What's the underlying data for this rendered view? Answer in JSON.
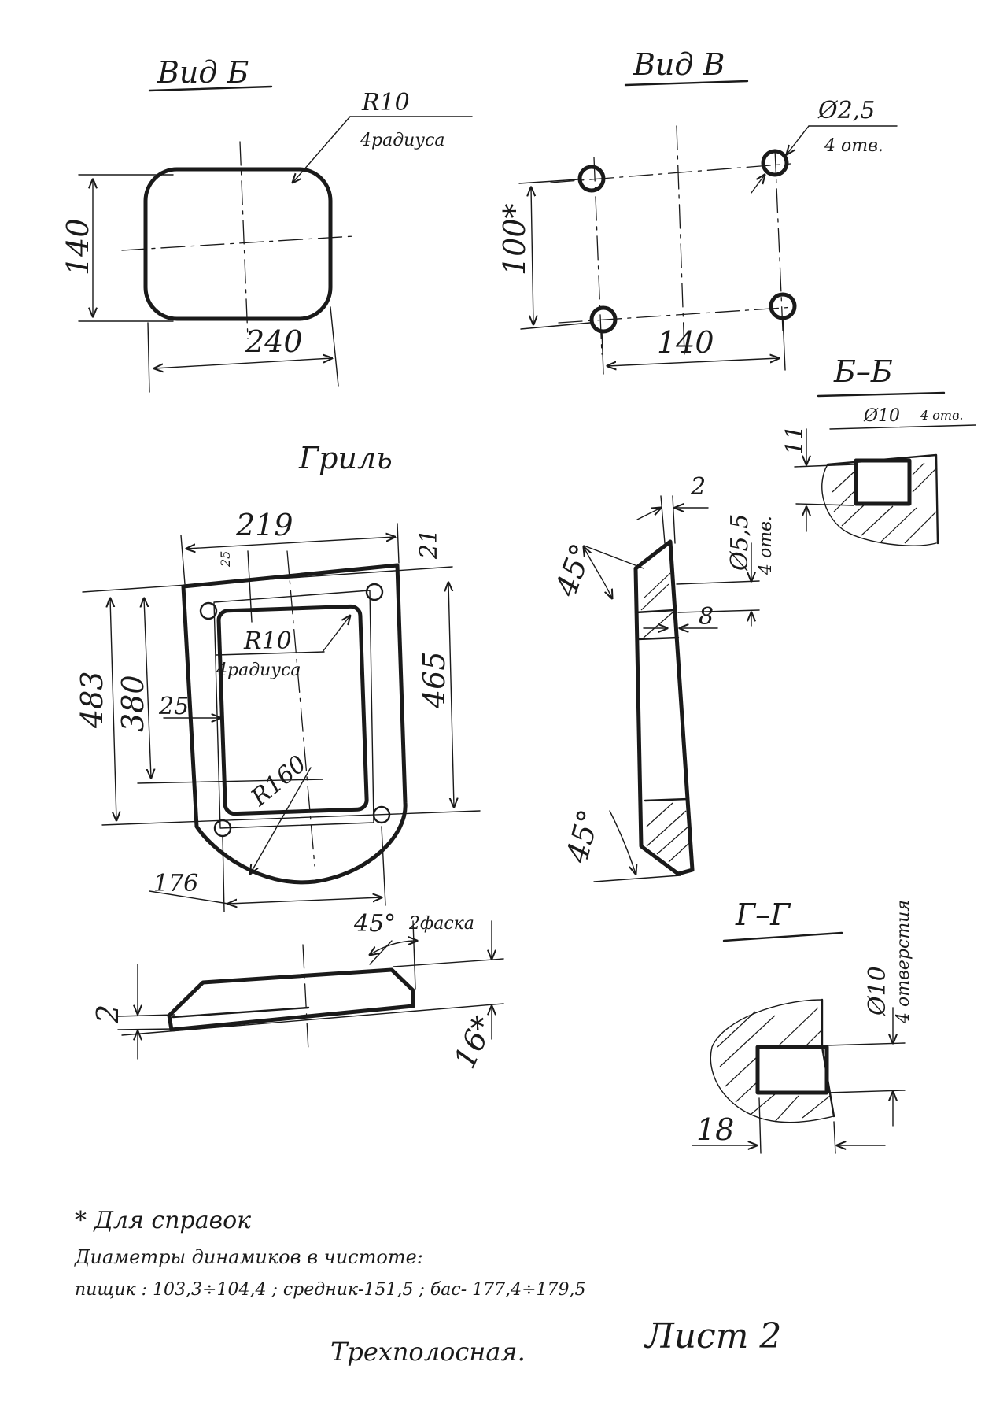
{
  "views": {
    "vid_b": {
      "title": "Вид Б",
      "radius": "R10",
      "radius_note": "4радиуса",
      "height": "140",
      "width": "240"
    },
    "vid_v": {
      "title": "Вид В",
      "hole": "Ø2,5",
      "hole_note": "4 отв.",
      "height": "100*",
      "width": "140"
    },
    "section_bb": {
      "title": "Б–Б",
      "hole": "Ø10",
      "hole_note": "4 отв.",
      "depth": "11"
    },
    "grill": {
      "title": "Гриль",
      "top_width": "219",
      "top_offset": "21",
      "small_offset": "25",
      "radius": "R10",
      "radius_note": "4радиуса",
      "total_height": "483",
      "inner_height": "380",
      "right_height": "465",
      "side_offset": "25",
      "bottom_radius": "R160",
      "bottom_width": "176"
    },
    "side_section": {
      "thickness": "2",
      "angle_top": "45°",
      "angle_bottom": "45°",
      "hole": "Ø5,5",
      "hole_note": "4 отв.",
      "depth": "8"
    },
    "bottom_profile": {
      "thickness": "2",
      "total": "16*",
      "chamfer_angle": "45°",
      "chamfer_note": "2фаска"
    },
    "section_gg": {
      "title": "Г–Г",
      "hole": "Ø10",
      "hole_note": "4 отверстия",
      "depth": "18"
    }
  },
  "notes": {
    "ref": "* Для справок",
    "line1": "Диаметры динамиков в чистоте:",
    "line2": "пищик : 103,3÷104,4 ; средник-151,5 ; бас- 177,4÷179,5",
    "project": "Трехполосная.",
    "sheet": "Лист 2"
  }
}
